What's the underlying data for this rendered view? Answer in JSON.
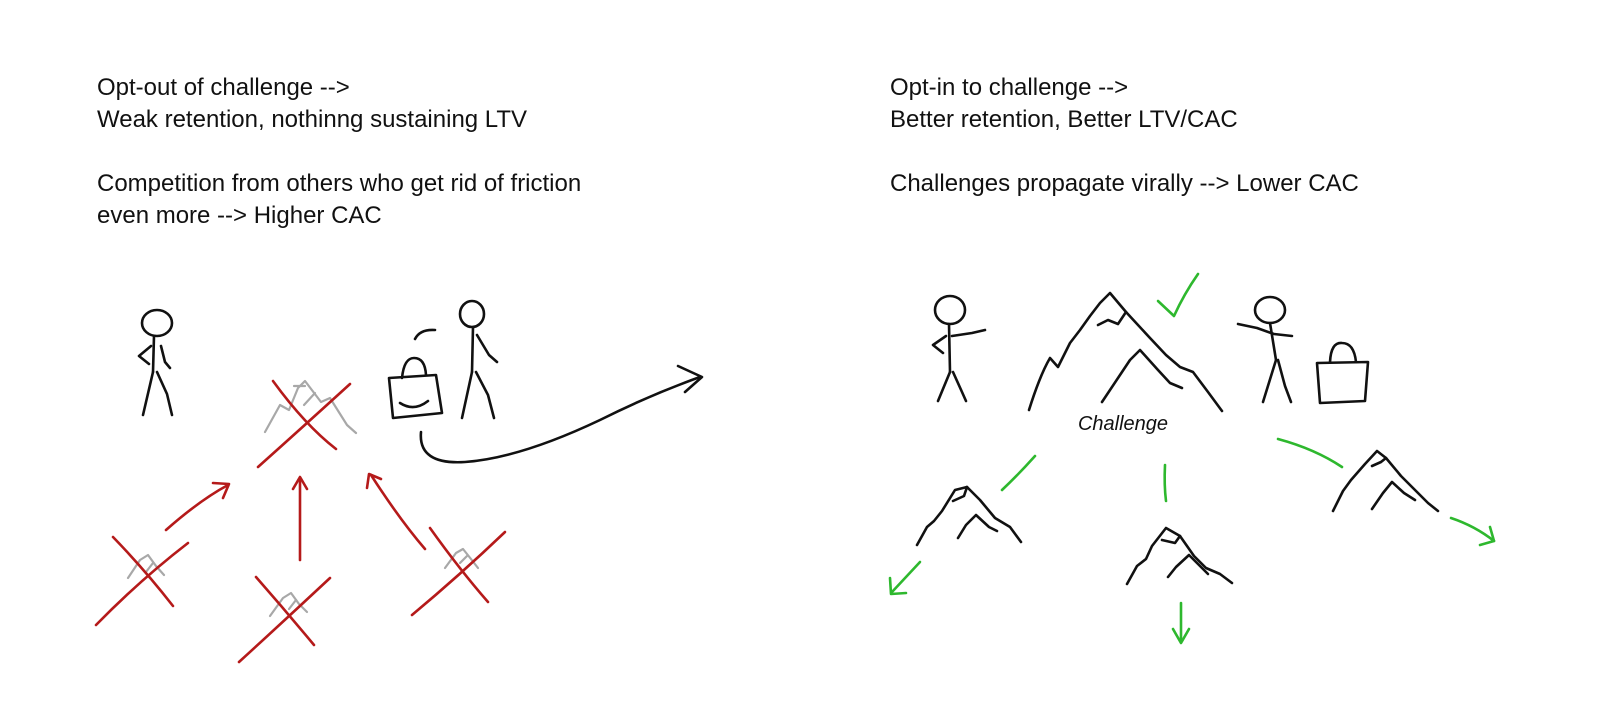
{
  "left_panel": {
    "heading_line1": "Opt-out of challenge -->",
    "heading_line2": "Weak retention, nothinng sustaining LTV",
    "para_line1": "Competition from others who get rid of friction",
    "para_line2": "even more --> Higher CAC"
  },
  "right_panel": {
    "heading_line1": "Opt-in to challenge -->",
    "heading_line2": "Better retention, Better LTV/CAC",
    "para_line1": "Challenges propagate virally --> Lower CAC",
    "mountain_label": "Challenge"
  },
  "colors": {
    "ink": "#111111",
    "crossed_out": "#b51a1a",
    "faded_mountain": "#a8a8a8",
    "success": "#2eb82e"
  }
}
